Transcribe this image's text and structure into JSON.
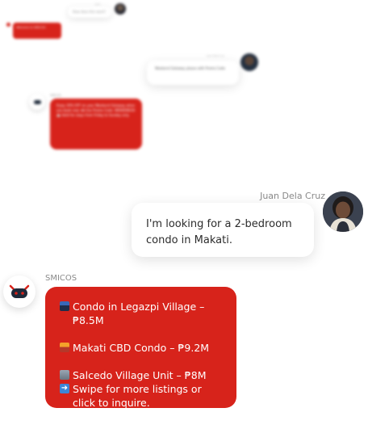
{
  "background_messages": {
    "top_user_bubble_text": "How does this work?",
    "top_bot_bubble_text": "Welcome to SMICOS!",
    "weekend_user_name": "Juan Dela Cruz",
    "weekend_user_text": "Weekend Getaway please with Promo Code",
    "bot_label_small": "SMICOS",
    "promo_bubble_text": "Enjoy 30% OFF on your Weekend Getaway when you book now. 🎟 Use Promo Code: WEEKEND30 📅 Valid for stays from Friday to Sunday only."
  },
  "user_message": {
    "name": "Juan Dela Cruz",
    "text": "I'm looking for a 2-bedroom condo in Makati."
  },
  "bot_message": {
    "sender": "SMICOS",
    "lines": [
      {
        "icon": "cityscape-icon",
        "text": "Condo in Legazpi Village – ₱8.5M"
      },
      {
        "icon": "sunset-city-icon",
        "text": "Makati CBD Condo – ₱9.2M"
      },
      {
        "icon": "office-building-icon",
        "text": "Salcedo Village Unit – ₱8M"
      },
      {
        "icon": "right-arrow-icon",
        "text": "Swipe for more listings or click to inquire."
      }
    ]
  },
  "colors": {
    "bot_bubble": "#d7231b",
    "user_bubble": "#ffffff",
    "label_text": "#8a8a8a"
  }
}
